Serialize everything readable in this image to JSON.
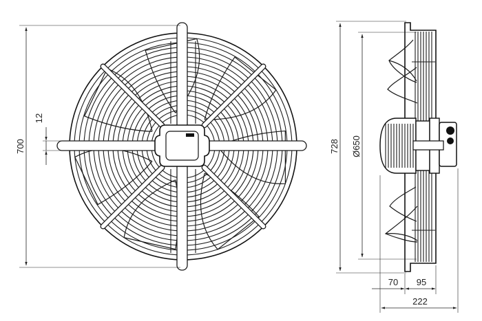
{
  "dimensions": {
    "front_height": "700",
    "rod_spacing": "12",
    "side_height": "728",
    "diameter": "Ø650",
    "depth_a": "70",
    "depth_b": "95",
    "depth_total": "222"
  }
}
